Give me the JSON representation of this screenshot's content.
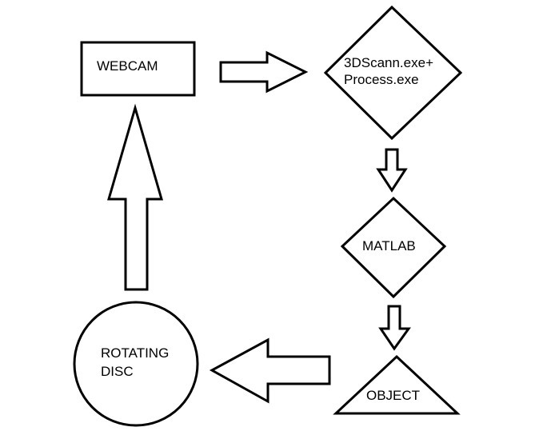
{
  "diagram": {
    "nodes": {
      "webcam": {
        "label": "WEBCAM"
      },
      "scanner": {
        "line1": "3DScann.exe+",
        "line2": "Process.exe"
      },
      "matlab": {
        "label": "MATLAB"
      },
      "object": {
        "label": "OBJECT"
      },
      "disc": {
        "line1": "ROTATING",
        "line2": "DISC"
      }
    }
  }
}
